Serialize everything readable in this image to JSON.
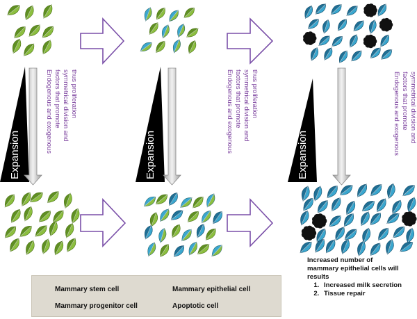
{
  "colors": {
    "stem": "#8cbf3f",
    "stem_dark": "#5f8f22",
    "epithelial": "#3aa7cf",
    "epithelial_dark": "#1f6f95",
    "apoptotic": "#111111",
    "arrow_outline": "#7a4fa8",
    "caption": "#7a3f9d",
    "legend_bg": "#dedad0"
  },
  "expansion_label": "Expansion",
  "caption_lines": [
    "Endogenous and exogenous",
    "factors that promote",
    "symmetrical division and",
    "thus proliferation"
  ],
  "outcome": {
    "heading_line1": "Increased number of",
    "heading_line2": "mammary epithelial cells will",
    "heading_line3": "results",
    "items": [
      "Increased milk secretion",
      "Tissue repair"
    ]
  },
  "legend": {
    "stem_cell": "Mammary stem cell",
    "progenitor_cell": "Mammary progenitor cell",
    "epithelial_cell": "Mammary epithelial cell",
    "apoptotic_cell": "Apoptotic cell"
  }
}
